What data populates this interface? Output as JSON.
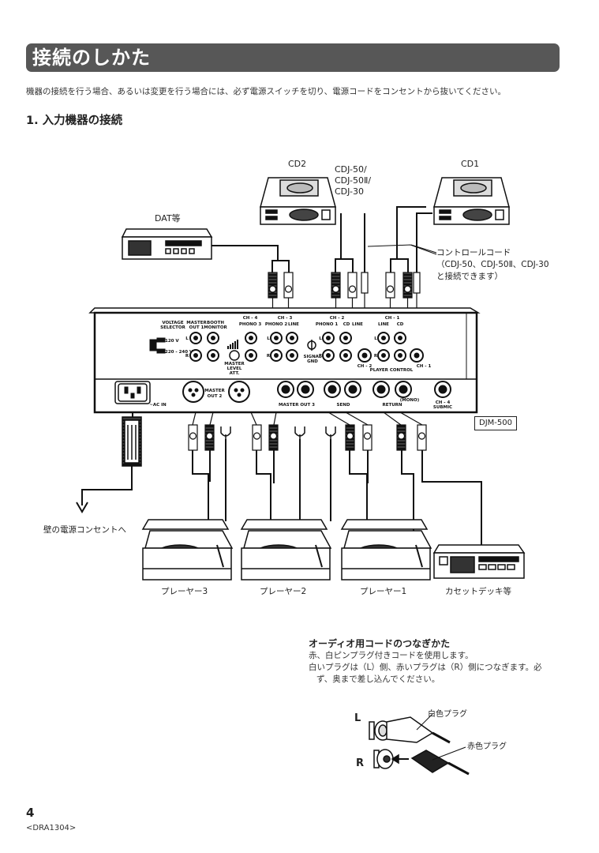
{
  "header": {
    "title": "接続のしかた"
  },
  "intro": "機器の接続を行う場合、あるいは変更を行う場合には、必ず電源スイッチを切り、電源コードをコンセントから抜いてください。",
  "section1": {
    "heading": "1. 入力機器の接続"
  },
  "diagram": {
    "cd2": "CD2",
    "cd1": "CD1",
    "cdj_model_1": "CDJ-50/",
    "cdj_model_2": "CDJ-50Ⅱ/",
    "cdj_model_3": "CDJ-30",
    "dat": "DAT等",
    "control_cord_1": "コントロールコード",
    "control_cord_2": "（CDJ-50、CDJ-50Ⅱ、CDJ-30",
    "control_cord_3": "と接続できます）",
    "mixer_model": "DJM-500",
    "wall_outlet": "壁の電源コンセントへ",
    "player3": "プレーヤー3",
    "player2": "プレーヤー2",
    "player1": "プレーヤー1",
    "cassette": "カセットデッキ等",
    "panel": {
      "voltage": "VOLTAGE",
      "selector": "SELECTOR",
      "master": "MASTER",
      "out1": "OUT 1",
      "booth": "BOOTH",
      "monitor": "MONITOR",
      "ch4": "CH - 4",
      "ch3": "CH - 3",
      "ch2": "CH - 2",
      "ch1": "CH - 1",
      "phono3": "PHONO 3",
      "phono2": "PHONO 2",
      "phono1": "PHONO 1",
      "line": "LINE",
      "cd": "CD",
      "v120": "120 V",
      "v220": "220 - 240 V",
      "l": "L",
      "r": "R",
      "master_level": "MASTER",
      "level": "LEVEL",
      "att": "ATT.",
      "signal": "SIGNAL",
      "gnd": "GND",
      "ch2_small": "CH - 2",
      "ch1_small": "CH - 1",
      "player_control": "PLAYER CONTROL",
      "ac_in": "~AC IN",
      "master_out2": "MASTER",
      "out2": "OUT 2",
      "master_out3": "MASTER OUT 3",
      "send": "SEND",
      "return": "RETURN",
      "mono": "(MONO)",
      "ch4_submic": "CH - 4",
      "submic": "SUBMIC"
    }
  },
  "audio_cord": {
    "title": "オーディオ用コードのつなぎかた",
    "line1": "赤、白ピンプラグ付きコードを使用します。",
    "line2": "白いプラグは（L）側、赤いプラグは（R）側につなぎます。必",
    "line3": "ず、奥まで差し込んでください。",
    "l": "L",
    "r": "R",
    "white_plug": "白色プラグ",
    "red_plug": "赤色プラグ"
  },
  "footer": {
    "page": "4",
    "doc_code": "<DRA1304>"
  }
}
